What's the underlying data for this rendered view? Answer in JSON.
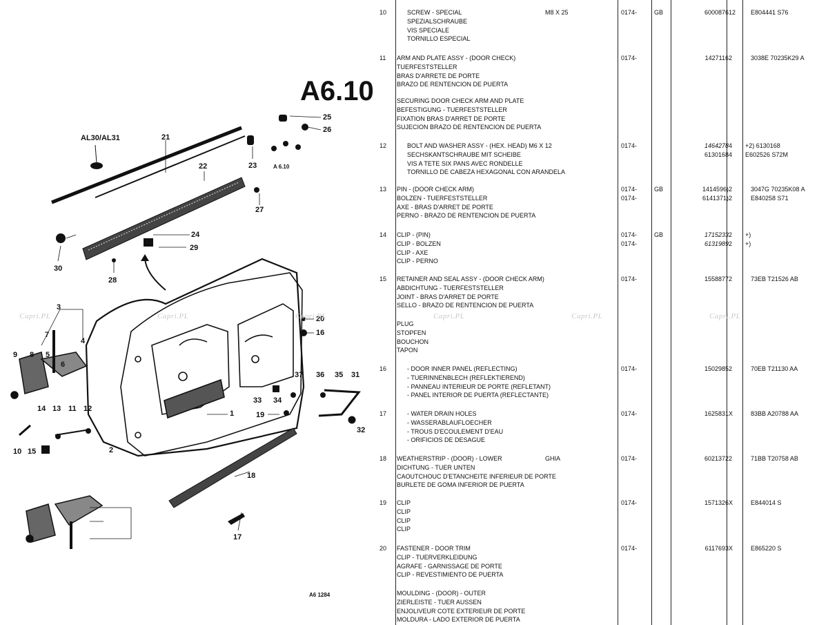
{
  "diagram": {
    "title": "A6.10",
    "callout_a": "AL30/AL31",
    "callout_b": "A 6.10",
    "footer_ref": "A6 1284",
    "labels": [
      "1",
      "2",
      "3",
      "4",
      "5",
      "6",
      "7",
      "8",
      "9",
      "10",
      "11",
      "12",
      "13",
      "14",
      "15",
      "16",
      "17",
      "18",
      "19",
      "20",
      "21",
      "22",
      "23",
      "24",
      "25",
      "26",
      "27",
      "28",
      "29",
      "30",
      "31",
      "32",
      "33",
      "34",
      "35",
      "36",
      "37"
    ]
  },
  "watermark": "Capri.PL",
  "parts": [
    {
      "no": "10",
      "indent": true,
      "lines": [
        "SCREW - SPECIAL",
        "SPEZIALSCHRAUBE",
        "VIS SPECIALE",
        "TORNILLO ESPECIAL"
      ],
      "spec": "M8 X 25",
      "ver": [
        "0174-"
      ],
      "gb": [
        "GB"
      ],
      "part": [
        "6000876"
      ],
      "qty": [
        "12"
      ],
      "ref": [
        "E804441 S76"
      ]
    },
    {
      "no": "11",
      "lines": [
        "ARM AND PLATE ASSY - (DOOR CHECK)",
        "TUERFESTSTELLER",
        "BRAS D'ARRETE DE PORTE",
        "BRAZO DE RENTENCION DE PUERTA"
      ],
      "ver": [
        "0174-"
      ],
      "part": [
        "1427116"
      ],
      "qty": [
        "2"
      ],
      "ref": [
        "3038E 70235K29 A"
      ]
    },
    {
      "no": "",
      "lines": [
        "SECURING DOOR CHECK ARM AND PLATE",
        "BEFESTIGUNG - TUERFESTSTELLER",
        "FIXATION BRAS D'ARRET DE PORTE",
        "SUJECION BRAZO DE RENTENCION DE PUERTA"
      ]
    },
    {
      "no": "12",
      "indent": true,
      "lines": [
        "BOLT AND WASHER ASSY - (HEX. HEAD) M6 X 12",
        "SECHSKANTSCHRAUBE MIT SCHEIBE",
        "VIS A TETE SIX PANS AVEC RONDELLE",
        "TORNILLO DE CABEZA HEXAGONAL CON ARANDELA"
      ],
      "ver": [
        "0174-"
      ],
      "part": [
        "1464278",
        "6130168"
      ],
      "partItalic": [
        true,
        false
      ],
      "qty": [
        "4",
        "4"
      ],
      "ref": [
        "+2) 6130168",
        "E602526 S72M"
      ]
    },
    {
      "no": "13",
      "lines": [
        "PIN - (DOOR CHECK ARM)",
        "BOLZEN - TUERFESTSTELLER",
        "AXE - BRAS D'ARRET DE PORTE",
        "PERNO - BRAZO DE RENTENCION DE PUERTA"
      ],
      "ver": [
        "0174-",
        "0174-"
      ],
      "gb": [
        "GB"
      ],
      "part": [
        "1414596)",
        "6141371)"
      ],
      "qty": [
        "2",
        "2"
      ],
      "ref": [
        "3047G 70235K08 A",
        "E840258 S71"
      ]
    },
    {
      "no": "14",
      "lines": [
        "CLIP - (PIN)",
        "CLIP - BOLZEN",
        "CLIP - AXE",
        "CLIP - PERNO"
      ],
      "ver": [
        "0174-",
        "0174-"
      ],
      "gb": [
        "GB"
      ],
      "part": [
        "1715233",
        "6131989"
      ],
      "partItalic": [
        true,
        true
      ],
      "qty": [
        "2",
        "2"
      ],
      "ref": [
        "+)",
        "+)"
      ]
    },
    {
      "no": "15",
      "lines": [
        "RETAINER AND SEAL ASSY - (DOOR CHECK ARM)",
        "ABDICHTUNG - TUERFESTSTELLER",
        "JOINT - BRAS D'ARRET DE PORTE",
        "SELLO - BRAZO DE RENTENCION DE PUERTA"
      ],
      "ver": [
        "0174-"
      ],
      "part": [
        "1558877"
      ],
      "qty": [
        "2"
      ],
      "ref": [
        "73EB T21526 AB"
      ]
    },
    {
      "no": "",
      "lines": [
        "PLUG",
        "STOPFEN",
        "BOUCHON",
        "TAPON"
      ]
    },
    {
      "no": "16",
      "indent": true,
      "lines": [
        "- DOOR INNER PANEL (REFLECTING)",
        "- TUERINNENBLECH (REFLEKTIEREND)",
        "- PANNEAU INTERIEUR DE PORTE (REFLETANT)",
        "- PANEL INTERIOR DE PUERTA (REFLECTANTE)"
      ],
      "ver": [
        "0174-"
      ],
      "part": [
        "1502985"
      ],
      "qty": [
        "2"
      ],
      "ref": [
        "70EB T21130 AA"
      ]
    },
    {
      "no": "17",
      "indent": true,
      "lines": [
        "- WATER DRAIN HOLES",
        "- WASSERABLAUFLOECHER",
        "- TROUS D'ECOULEMENT D'EAU",
        "- ORIFICIOS DE DESAGUE"
      ],
      "ver": [
        "0174-"
      ],
      "part": [
        "1625831"
      ],
      "qty": [
        "X"
      ],
      "ref": [
        "83BB A20788 AA"
      ]
    },
    {
      "no": "18",
      "lines": [
        "WEATHERSTRIP - (DOOR) - LOWER",
        "DICHTUNG - TUER UNTEN",
        "CAOUTCHOUC D'ETANCHEITE INFERIEUR DE PORTE",
        "BURLETE DE GOMA INFERIOR DE PUERTA"
      ],
      "spec": "GHIA",
      "ver": [
        "0174-"
      ],
      "part": [
        "6021372"
      ],
      "qty": [
        "2"
      ],
      "ref": [
        "71BB T20758 AB"
      ]
    },
    {
      "no": "19",
      "lines": [
        "CLIP",
        "CLIP",
        "CLIP",
        "CLIP"
      ],
      "ver": [
        "0174-"
      ],
      "part": [
        "1571326"
      ],
      "qty": [
        "X"
      ],
      "ref": [
        "E844014 S"
      ]
    },
    {
      "no": "20",
      "lines": [
        "FASTENER - DOOR TRIM",
        "CLIP - TUERVERKLEIDUNG",
        "AGRAFE - GARNISSAGE DE PORTE",
        "CLIP - REVESTIMIENTO DE PUERTA"
      ],
      "ver": [
        "0174-"
      ],
      "part": [
        "6117693"
      ],
      "qty": [
        "X"
      ],
      "ref": [
        "E865220 S"
      ]
    },
    {
      "no": "",
      "lines": [
        "MOULDING - (DOOR) - OUTER",
        "ZIERLEISTE - TUER AUSSEN",
        "ENJOLIVEUR COTE EXTERIEUR DE PORTE",
        "MOLDURA - LADO EXTERIOR DE PUERTA"
      ]
    }
  ]
}
